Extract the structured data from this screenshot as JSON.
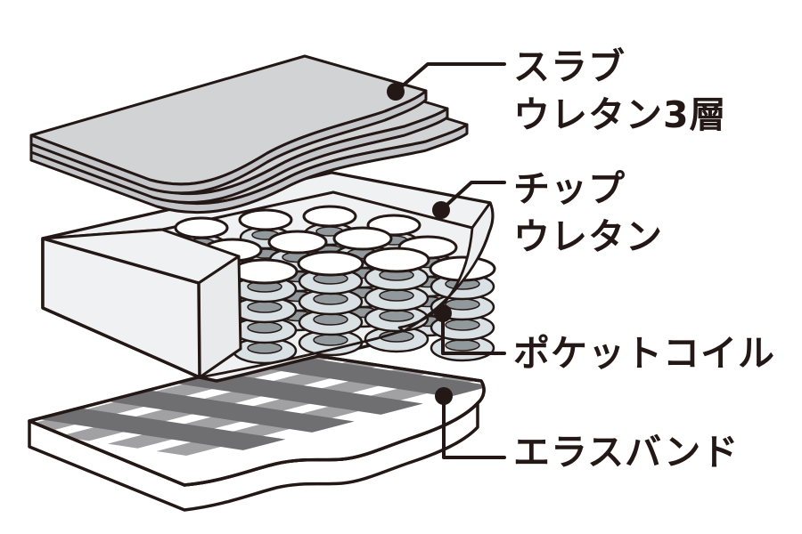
{
  "diagram": {
    "subject": "mattress-structure-exploded-view",
    "background_color": "#ffffff",
    "outline_color": "#231815",
    "layers": [
      {
        "key": "slab-urethane",
        "label_line1": "スラブ",
        "label_line2": "ウレタン3層",
        "fill": "#d2d3d5"
      },
      {
        "key": "chip-urethane",
        "label_line1": "チップ",
        "label_line2": "ウレタン",
        "fill": "#f0f1f2"
      },
      {
        "key": "pocket-coil",
        "label_line1": "ポケットコイル",
        "fill": "#d9e1e5"
      },
      {
        "key": "elastic-band",
        "label_line1": "エラスバンド",
        "fill": "#ffffff"
      }
    ],
    "spring_colors": {
      "coil": "#d9e1e5",
      "hole": "#92999d",
      "cap": "#ffffff"
    },
    "weave_colors": {
      "dark": "#6f6f72",
      "medium": "#a1a1a3"
    }
  }
}
